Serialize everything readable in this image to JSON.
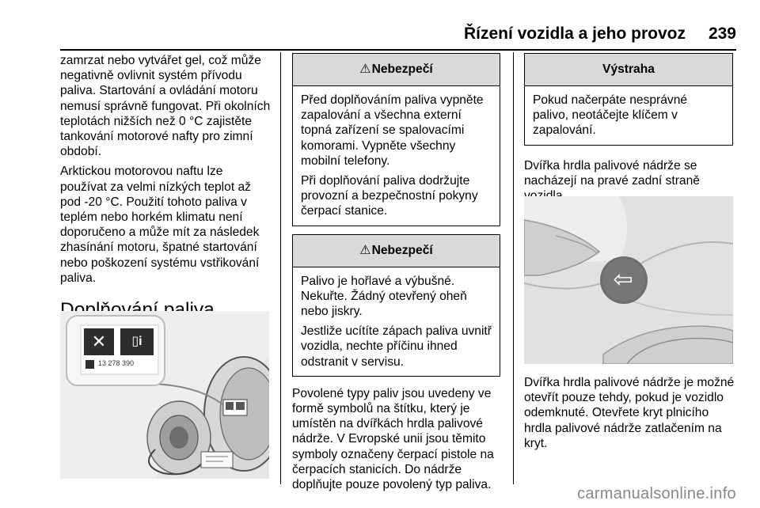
{
  "header": {
    "title": "Řízení vozidla a jeho provoz",
    "page_number": "239"
  },
  "col1": {
    "para1": "zamrzat nebo vytvářet gel, což může negativně ovlivnit systém přívodu paliva. Startování a ovládání motoru nemusí správně fungovat. Při okolních teplotách nižších než 0 °C zajistěte tankování motorové nafty pro zimní období.",
    "para2": "Arktickou motorovou naftu lze používat za velmi nízkých teplot až pod -20 °C. Použití tohoto paliva v teplém nebo horkém klimatu není doporučeno a může mít za následek zhasínání motoru, špatné startování nebo poškození systému vstřikování paliva.",
    "heading": "Doplňování paliva",
    "figure_label": "13 278 390"
  },
  "col2": {
    "danger1": {
      "title": "Nebezpečí",
      "p1": "Před doplňováním paliva vypněte zapalování a všechna externí topná zařízení se spalovacími komorami. Vypněte všechny mobilní telefony.",
      "p2": "Při doplňování paliva dodržujte provozní a bezpečnostní pokyny čerpací stanice."
    },
    "danger2": {
      "title": "Nebezpečí",
      "p1": "Palivo je hořlavé a výbušné. Nekuřte. Žádný otevřený oheň nebo jiskry.",
      "p2": "Jestliže ucítíte zápach paliva uvnitř vozidla, nechte příčinu ihned odstranit v servisu."
    },
    "para": "Povolené typy paliv jsou uvedeny ve formě symbolů na štítku, který je umístěn na dvířkách hrdla palivové nádrže. V Evropské unii jsou těmito symboly označeny čerpací pistole na čerpacích stanicích. Do nádrže doplňujte pouze povolený typ paliva."
  },
  "col3": {
    "caution": {
      "title": "Výstraha",
      "p1": "Pokud načerpáte nesprávné palivo, neotáčejte klíčem v zapalování."
    },
    "para1": "Dvířka hrdla palivové nádrže se nacházejí na pravé zadní straně vozidla.",
    "para2": "Dvířka hrdla palivové nádrže je možné otevřít pouze tehdy, pokud je vozidlo odemknuté. Otevřete kryt plnicího hrdla palivové nádrže zatlačením na kryt."
  },
  "watermark": "carmanualsonline.info",
  "icons": {
    "warning": "warning-triangle-icon",
    "no_fire": "no-fire-icon",
    "manual": "manual-book-icon",
    "arrow": "left-arrow-icon"
  }
}
